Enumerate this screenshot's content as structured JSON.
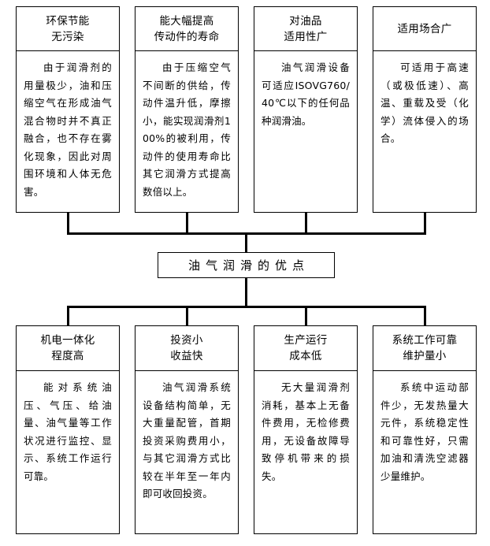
{
  "diagram": {
    "title": "油气润滑的优点",
    "center_label": "油气润滑的优点",
    "type": "hierarchy-chart"
  },
  "top_nodes": [
    {
      "id": "node-eco",
      "head_line1": "环保节能",
      "head_line2": "无污染",
      "body": "由于润滑剂的用量极少，油和压缩空气在形成油气混合物时并不真正融合，也不存在雾化现象，因此对周围环境和人体无危害。"
    },
    {
      "id": "node-life",
      "head_line1": "能大幅提高",
      "head_line2": "传动件的寿命",
      "body": "由于压缩空气不间断的供给，传动件温升低，摩擦小，能实现润滑剂100%的被利用，传动件的使用寿命比其它润滑方式提高数倍以上。"
    },
    {
      "id": "node-oil-compat",
      "head_line1": "对油品",
      "head_line2": "适用性广",
      "body": "油气润滑设备可适应ISOVG760/40℃以下的任何品种润滑油。"
    },
    {
      "id": "node-application",
      "head_line1": "适用场合广",
      "head_line2": "",
      "body": "可适用于高速（或极低速）、高温、重载及受（化学）流体侵入的场合。"
    }
  ],
  "bottom_nodes": [
    {
      "id": "node-mechatronics",
      "head_line1": "机电一体化",
      "head_line2": "程度高",
      "body": "能对系统油压、气压、给油量、油气量等工作状况进行监控、显示、系统工作运行可靠。"
    },
    {
      "id": "node-investment",
      "head_line1": "投资小",
      "head_line2": "收益快",
      "body": "油气润滑系统设备结构简单，无大重量配管，首期投资采购费用小，与其它润滑方式比较在半年至一年内即可收回投资。"
    },
    {
      "id": "node-cost",
      "head_line1": "生产运行",
      "head_line2": "成本低",
      "body": "无大量润滑剂消耗，基本上无备件费用，无检修费用，无设备故障导致停机带来的损失。"
    },
    {
      "id": "node-reliability",
      "head_line1": "系统工作可靠",
      "head_line2": "维护量小",
      "body": "系统中运动部件少，无发热量大元件，系统稳定性和可靠性好，只需加油和清洗空滤器少量维护。"
    }
  ],
  "colors": {
    "stroke": "#000000",
    "background": "#ffffff",
    "text": "#000000"
  }
}
